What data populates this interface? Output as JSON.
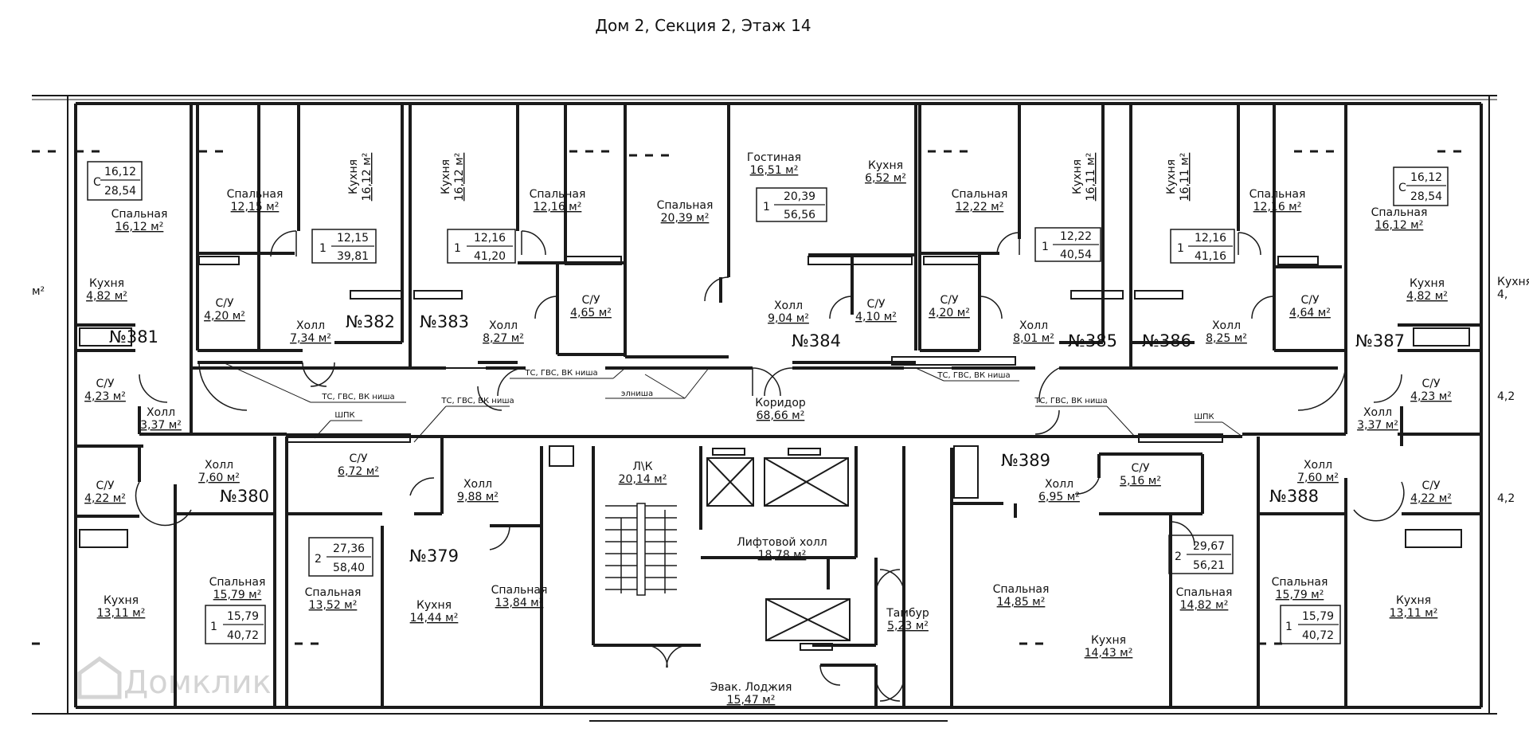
{
  "title": "Дом 2, Секция 2, Этаж 14",
  "watermark": "Домклик",
  "apartments": [
    {
      "num": "№381",
      "type": "С",
      "living": "16,12",
      "total": "28,54"
    },
    {
      "num": "№382",
      "type": "1",
      "living": "12,15",
      "total": "39,81"
    },
    {
      "num": "№383",
      "type": "1",
      "living": "12,16",
      "total": "41,20"
    },
    {
      "num": "№384",
      "type": "1",
      "living": "20,39",
      "total": "56,56"
    },
    {
      "num": "№385",
      "type": "1",
      "living": "12,22",
      "total": "40,54"
    },
    {
      "num": "№386",
      "type": "1",
      "living": "12,16",
      "total": "41,16"
    },
    {
      "num": "№387",
      "type": "С",
      "living": "16,12",
      "total": "28,54"
    },
    {
      "num": "№380",
      "type": "1",
      "living": "15,79",
      "total": "40,72"
    },
    {
      "num": "№379",
      "type": "2",
      "living": "27,36",
      "total": "58,40"
    },
    {
      "num": "№389",
      "type": "2",
      "living": "29,67",
      "total": "56,21"
    },
    {
      "num": "№388",
      "type": "1",
      "living": "15,79",
      "total": "40,72"
    }
  ],
  "rooms": [
    {
      "name": "Спальная",
      "area": "16,12 м²"
    },
    {
      "name": "Кухня",
      "area": "4,82 м²"
    },
    {
      "name": "С/У",
      "area": "4,23 м²"
    },
    {
      "name": "Холл",
      "area": "3,37 м²"
    },
    {
      "name": "Спальная",
      "area": "12,15 м²"
    },
    {
      "name": "Кухня",
      "area": "16,12 м²"
    },
    {
      "name": "С/У",
      "area": "4,20 м²"
    },
    {
      "name": "Холл",
      "area": "7,34 м²"
    },
    {
      "name": "Кухня",
      "area": "16,12 м²"
    },
    {
      "name": "Спальная",
      "area": "12,16 м²"
    },
    {
      "name": "Холл",
      "area": "8,27 м²"
    },
    {
      "name": "С/У",
      "area": "4,65 м²"
    },
    {
      "name": "Спальная",
      "area": "20,39 м²"
    },
    {
      "name": "Гостиная",
      "area": "16,51 м²"
    },
    {
      "name": "Кухня",
      "area": "6,52 м²"
    },
    {
      "name": "Холл",
      "area": "9,04 м²"
    },
    {
      "name": "С/У",
      "area": "4,10 м²"
    },
    {
      "name": "Спальная",
      "area": "12,22 м²"
    },
    {
      "name": "Кухня",
      "area": "16,11 м²"
    },
    {
      "name": "С/У",
      "area": "4,20 м²"
    },
    {
      "name": "Холл",
      "area": "8,01 м²"
    },
    {
      "name": "Кухня",
      "area": "16,11 м²"
    },
    {
      "name": "Спальная",
      "area": "12,16 м²"
    },
    {
      "name": "Холл",
      "area": "8,25 м²"
    },
    {
      "name": "С/У",
      "area": "4,64 м²"
    },
    {
      "name": "Спальная",
      "area": "16,12 м²"
    },
    {
      "name": "Кухня",
      "area": "4,82 м²"
    },
    {
      "name": "С/У",
      "area": "4,23 м²"
    },
    {
      "name": "Холл",
      "area": "3,37 м²"
    },
    {
      "name": "Коридор",
      "area": "68,66 м²"
    },
    {
      "name": "С/У",
      "area": "4,22 м²"
    },
    {
      "name": "Холл",
      "area": "7,60 м²"
    },
    {
      "name": "Кухня",
      "area": "13,11 м²"
    },
    {
      "name": "Спальная",
      "area": "15,79 м²"
    },
    {
      "name": "С/У",
      "area": "6,72 м²"
    },
    {
      "name": "Холл",
      "area": "9,88 м²"
    },
    {
      "name": "Спальная",
      "area": "13,52 м²"
    },
    {
      "name": "Кухня",
      "area": "14,44 м²"
    },
    {
      "name": "Спальная",
      "area": "13,84 м²"
    },
    {
      "name": "Л\\К",
      "area": "20,14 м²"
    },
    {
      "name": "Лифтовой холл",
      "area": "18,78 м²"
    },
    {
      "name": "Тамбур",
      "area": "5,23 м²"
    },
    {
      "name": "Эвак. Лоджия",
      "area": "15,47 м²"
    },
    {
      "name": "Холл",
      "area": "6,95 м²"
    },
    {
      "name": "С/У",
      "area": "5,16 м²"
    },
    {
      "name": "Спальная",
      "area": "14,85 м²"
    },
    {
      "name": "Спальная",
      "area": "14,82 м²"
    },
    {
      "name": "Кухня",
      "area": "14,43 м²"
    },
    {
      "name": "Холл",
      "area": "7,60 м²"
    },
    {
      "name": "С/У",
      "area": "4,22 м²"
    },
    {
      "name": "Спальная",
      "area": "15,79 м²"
    },
    {
      "name": "Кухня",
      "area": "13,11 м²"
    }
  ],
  "edge_labels": [
    {
      "text": "м²"
    },
    {
      "text": "Кухня"
    },
    {
      "text": "4,"
    },
    {
      "text": "4,2"
    },
    {
      "text": "4,2"
    }
  ],
  "tags": [
    {
      "text": "ТС, ГВС, ВК ниша"
    },
    {
      "text": "ТС, ГВС, ВК ниша"
    },
    {
      "text": "ТС, ГВС, ВК ниша"
    },
    {
      "text": "элниша"
    },
    {
      "text": "ТС, ГВС, ВК ниша"
    },
    {
      "text": "ТС, ГВС, ВК ниша"
    },
    {
      "text": "ШПК"
    },
    {
      "text": "ШПК"
    }
  ]
}
